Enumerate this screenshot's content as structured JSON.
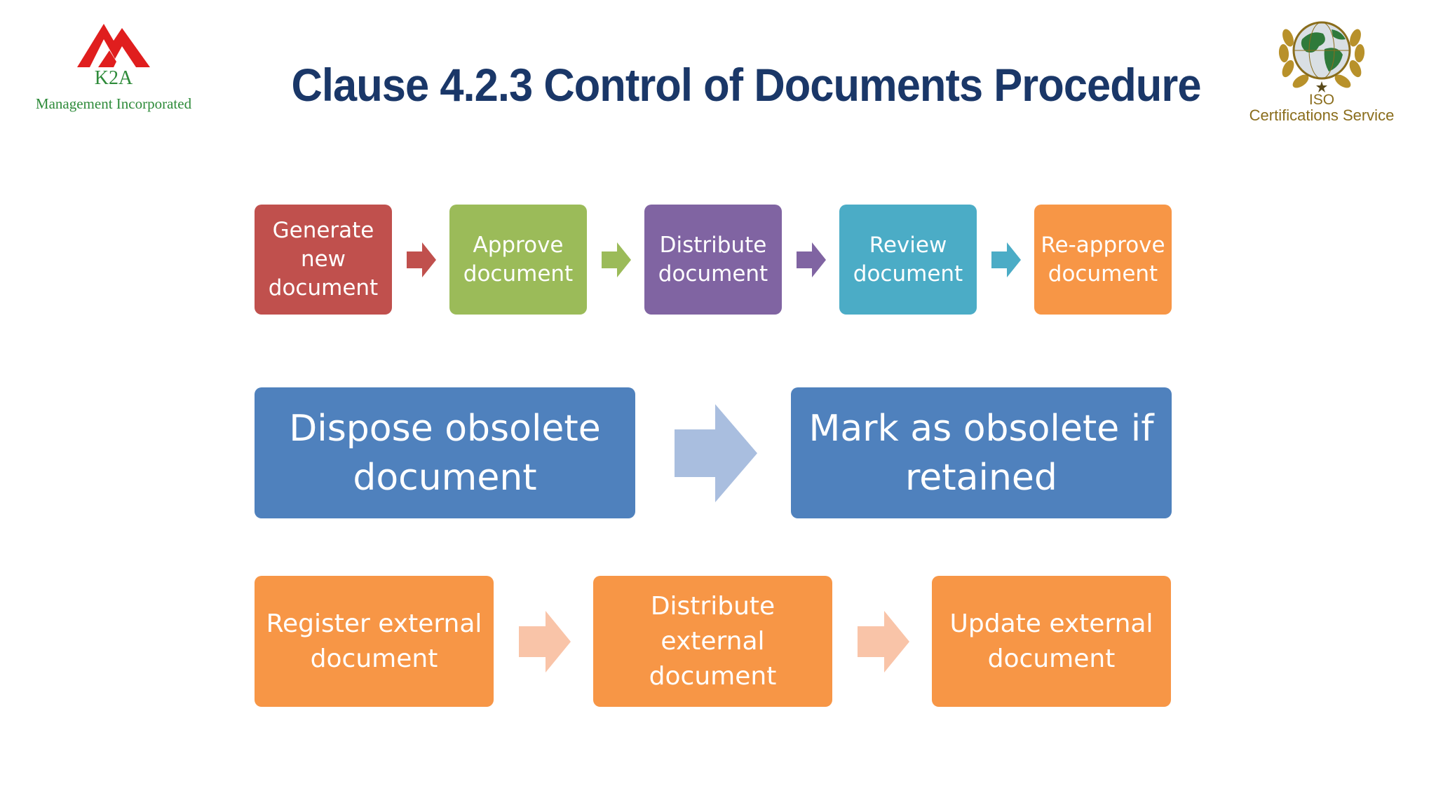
{
  "header": {
    "title": "Clause 4.2.3 Control of Documents Procedure",
    "left_logo": {
      "icon": "k2a-mountain-logo-icon",
      "name": "K2A",
      "tagline": "Management Incorporated"
    },
    "right_logo": {
      "icon": "globe-laurel-logo-icon",
      "line1": "ISO",
      "line2": "Certifications Service"
    }
  },
  "rows": {
    "internal_flow": [
      {
        "label": "Generate new document",
        "color": "#c0504d"
      },
      {
        "label": "Approve document",
        "color": "#9bbb59"
      },
      {
        "label": "Distribute document",
        "color": "#8064a2"
      },
      {
        "label": "Review document",
        "color": "#4bacc6"
      },
      {
        "label": "Re-approve document",
        "color": "#f79646"
      }
    ],
    "obsolete_flow": [
      {
        "label": "Dispose obsolete document",
        "color": "#4f81bd"
      },
      {
        "label": "Mark as obsolete if retained",
        "color": "#4f81bd"
      }
    ],
    "external_flow": [
      {
        "label": "Register external document",
        "color": "#f79646"
      },
      {
        "label": "Distribute external document",
        "color": "#f79646"
      },
      {
        "label": "Update external document",
        "color": "#f79646"
      }
    ]
  },
  "arrow_colors": {
    "internal_flow": [
      "#c0504d",
      "#9bbb59",
      "#8064a2",
      "#4bacc6"
    ],
    "obsolete_flow": [
      "#a9bedf"
    ],
    "external_flow": [
      "#f9c4a8",
      "#f9c4a8"
    ]
  }
}
